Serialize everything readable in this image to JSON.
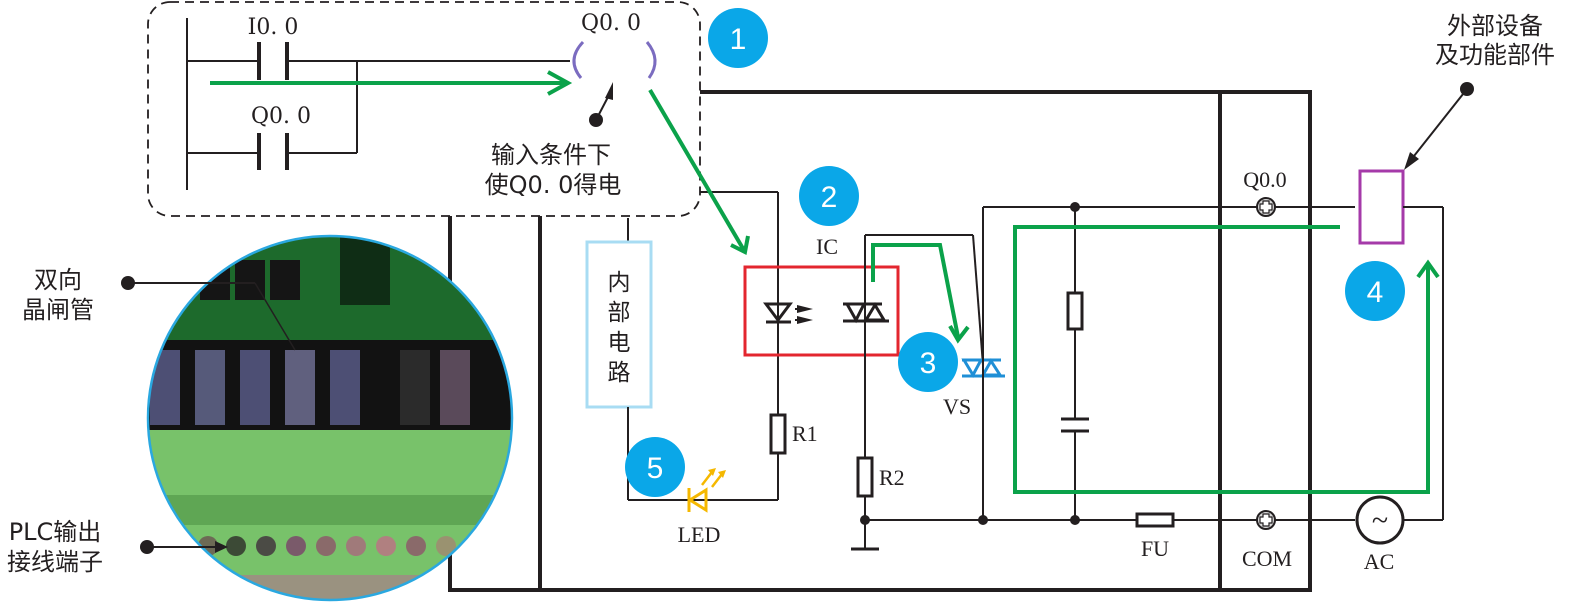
{
  "title": "PLC双向晶闸管输出电路工作原理",
  "colors": {
    "badge": "#0aa7e8",
    "flow_arrow": "#0ba24a",
    "ic_box": "#e3262f",
    "internal_circuit_box": "#a8dcf3",
    "vs_symbol": "#1f8fd6",
    "led": "#f5b800",
    "external_device": "#a53aa9",
    "coil_brackets": "#7b6cc0"
  },
  "ladder": {
    "contact_1": "I0. 0",
    "contact_2": "Q0. 0",
    "coil": "Q0. 0",
    "note_line1": "输入条件下",
    "note_line2": "使Q0. 0得电"
  },
  "badges": [
    "1",
    "2",
    "3",
    "4",
    "5"
  ],
  "components": {
    "internal_circuit": [
      "内",
      "部",
      "电",
      "路"
    ],
    "ic": "IC",
    "vs": "VS",
    "r1": "R1",
    "r2": "R2",
    "led": "LED",
    "fuse": "FU",
    "terminal_output": "Q0.0",
    "terminal_common": "COM",
    "ac_source": "AC",
    "ac_symbol": "~"
  },
  "callouts": {
    "triac": [
      "双向",
      "晶闸管"
    ],
    "terminals": [
      "PLC输出",
      "接线端子"
    ],
    "external": [
      "外部设备",
      "及功能部件"
    ]
  }
}
